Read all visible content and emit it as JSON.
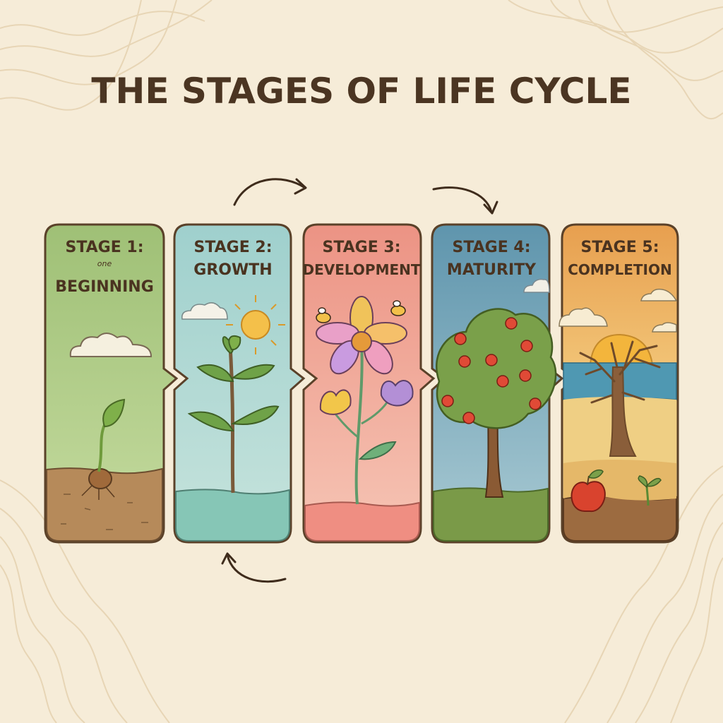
{
  "title": "THE STAGES OF LIFE CYCLE",
  "stages": [
    {
      "line1": "STAGE 1:",
      "scribble": "one",
      "line2": "BEGINNING",
      "color": "#a9c57f",
      "illustration": "seed-sprout"
    },
    {
      "line1": "STAGE 2:",
      "line2": "GROWTH",
      "color": "#a8d3cf",
      "illustration": "young-plant"
    },
    {
      "line1": "STAGE 3:",
      "line2": "DEVELOPMENT",
      "color": "#ee9f8f",
      "illustration": "flowers-bees"
    },
    {
      "line1": "STAGE 4:",
      "line2": "MATURITY",
      "color": "#6fa0b3",
      "illustration": "apple-tree"
    },
    {
      "line1": "STAGE 5:",
      "line2": "COMPLETION",
      "color": "#e8a95a",
      "illustration": "bare-tree-sunset"
    }
  ],
  "colors": {
    "background": "#f6ecd8",
    "ink": "#4b3522"
  }
}
